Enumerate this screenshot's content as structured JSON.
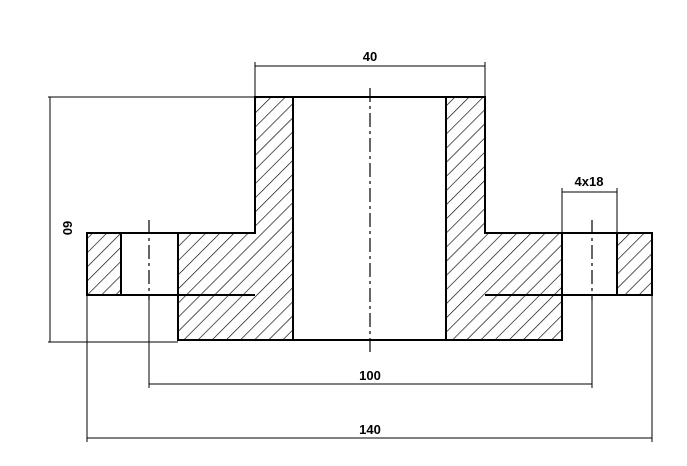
{
  "drawing": {
    "dimensions": {
      "hub_width": "40",
      "bolt_holes": "4x18",
      "total_height": "60",
      "bolt_circle": "100",
      "flange_diameter": "140"
    }
  }
}
